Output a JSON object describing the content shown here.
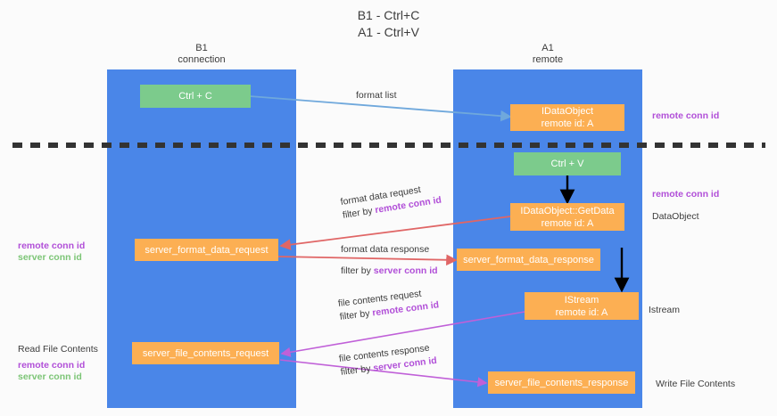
{
  "title": {
    "line1": "B1 - Ctrl+C",
    "line2": "A1 - Ctrl+V"
  },
  "columns": [
    {
      "name": "B1",
      "role": "connection"
    },
    {
      "name": "A1",
      "role": "remote"
    }
  ],
  "colors": {
    "lane": "#4a86e8",
    "green_node": "#7ccb8c",
    "orange_node": "#fcaf53",
    "purple_text": "#b14fd8",
    "green_text": "#7cc576",
    "blue_arrow": "#6fa8dc",
    "red_arrow": "#e06666",
    "magenta_arrow": "#c060d8",
    "black_arrow": "#000000",
    "divider": "#333333"
  },
  "nodes": {
    "ctrl_c": {
      "label": "Ctrl + C"
    },
    "remote_dataobject": {
      "label": "IDataObject",
      "sub": "remote id: A"
    },
    "ctrl_v": {
      "label": "Ctrl + V"
    },
    "getdata": {
      "label": "IDataObject::GetData",
      "sub": "remote id: A"
    },
    "server_format_data_request": {
      "label": "server_format_data_request"
    },
    "server_format_data_response": {
      "label": "server_format_data_response"
    },
    "istream": {
      "label": "IStream",
      "sub": "remote id: A"
    },
    "server_file_contents_request": {
      "label": "server_file_contents_request"
    },
    "server_file_contents_response": {
      "label": "server_file_contents_response"
    }
  },
  "edges": {
    "format_list": {
      "line1": "format list"
    },
    "format_data_request": {
      "line1": "format data request",
      "line2_prefix": "filter by ",
      "line2_key": "remote conn id"
    },
    "format_data_response": {
      "line1": "format data response",
      "line2_prefix": "filter by ",
      "line2_key": "server conn id"
    },
    "file_contents_request": {
      "line1": "file contents request",
      "line2_prefix": "filter by ",
      "line2_key": "remote conn id"
    },
    "file_contents_response": {
      "line1": "file contents response",
      "line2_prefix": "filter by ",
      "line2_key": "server conn id"
    }
  },
  "annotations": {
    "right_remote_conn_id_top": "remote conn id",
    "right_remote_conn_id_mid": "remote conn id",
    "right_dataobject": "DataObject",
    "right_istream": "Istream",
    "right_write_file_contents": "Write File Contents",
    "left_remote_conn_id_mid": "remote conn id",
    "left_server_conn_id_mid": "server conn id",
    "left_read_file_contents": "Read File Contents",
    "left_remote_conn_id_bottom": "remote conn id",
    "left_server_conn_id_bottom": "server conn id"
  }
}
